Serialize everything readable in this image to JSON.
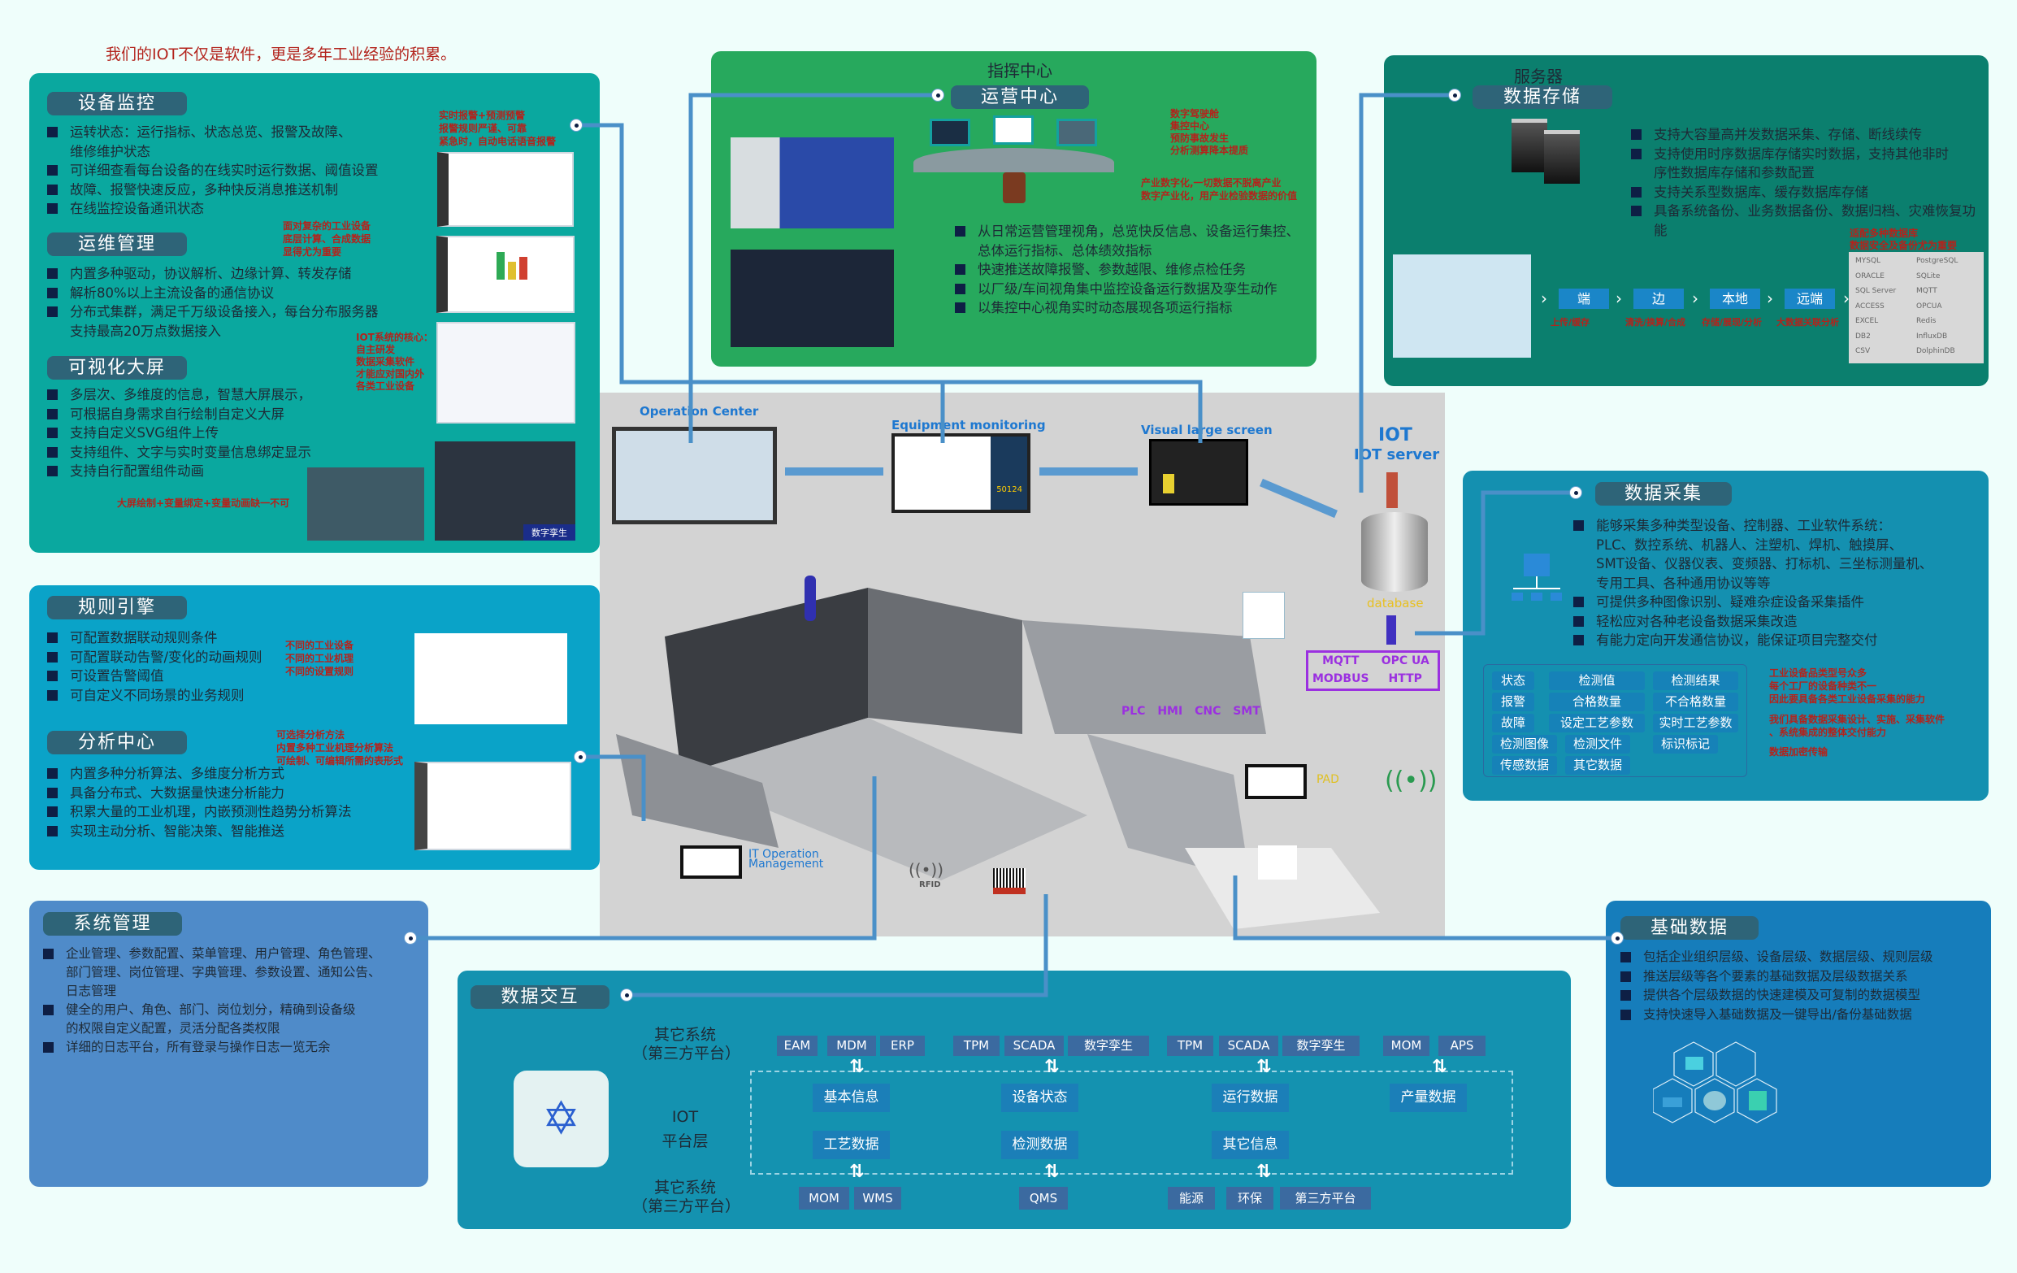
{
  "header": {
    "slogan": "我们的IOT不仅是软件，更是多年工业经验的积累。"
  },
  "monitoring": {
    "sections": [
      {
        "title": "设备监控",
        "bullets": [
          "运转状态：运行指标、状态总览、报警及故障、\n维修维护状态",
          "可详细查看每台设备的在线实时运行数据、阈值设置",
          "故障、报警快速反应，多种快反消息推送机制",
          "在线监控设备通讯状态"
        ]
      },
      {
        "title": "运维管理",
        "bullets": [
          "内置多种驱动，协议解析、边缘计算、转发存储",
          "解析80%以上主流设备的通信协议",
          "分布式集群，满足千万级设备接入，每台分布服务器\n支持最高20万点数据接入"
        ]
      },
      {
        "title": "可视化大屏",
        "bullets": [
          "多层次、多维度的信息，智慧大屏展示，",
          "可根据自身需求自行绘制自定义大屏",
          "支持自定义SVG组件上传",
          "支持组件、文字与实时变量信息绑定显示",
          "支持自行配置组件动画"
        ]
      }
    ],
    "notes": [
      "实时报警+预测预警\n报警规则严谨、可靠\n紧急时，自动电话语音报警",
      "面对复杂的工业设备\n底层计算、合成数据\n显得尤为重要",
      "IOT系统的核心：\n自主研发\n数据采集软件\n才能应对国内外\n各类工业设备",
      "大屏绘制+变量绑定+变量动画缺一不可"
    ],
    "twin_badge": "数字孪生"
  },
  "command": {
    "label": "指挥中心",
    "title": "运营中心",
    "notes": [
      "数字驾驶舱\n集控中心\n预防事故发生\n分析测算降本提质",
      "产业数字化,一切数据不脱离产业\n数字产业化，用产业检验数据的价值"
    ],
    "bullets": [
      "从日常运营管理视角，总览快反信息、设备运行集控、\n总体运行指标、总体绩效指标",
      "快速推送故障报警、参数越限、维修点检任务",
      "以厂级/车间视角集中监控设备运行数据及孪生动作",
      "以集控中心视角实时动态展现各项运行指标"
    ]
  },
  "server": {
    "label": "服务器",
    "title": "数据存储",
    "bullets": [
      "支持大容量高并发数据采集、存储、断线续传",
      "支持使用时序数据库存储实时数据，支持其他非时\n序性数据库存储和参数配置",
      "支持关系型数据库、缓存数据库存储",
      "具备系统备份、业务数据备份、数据归档、灾难恢复功能"
    ],
    "db_note": "适配多种数据库\n数据安全及备份尤为重要",
    "pipeline": [
      {
        "label": "端",
        "desc": "上传/缓存"
      },
      {
        "label": "边",
        "desc": "清洗/换算/合成"
      },
      {
        "label": "本地",
        "desc": "存储/展现/分析"
      },
      {
        "label": "远端",
        "desc": "大数据关联分析"
      }
    ],
    "databases": [
      "MYSQL",
      "PostgreSQL",
      "ORACLE",
      "SQLite",
      "SQL Server",
      "MQTT",
      "ACCESS",
      "OPCUA",
      "EXCEL",
      "Redis",
      "DB2",
      "InfluxDB",
      "CSV",
      "DolphinDB"
    ]
  },
  "rules": {
    "sections": [
      {
        "title": "规则引擎",
        "bullets": [
          "可配置数据联动规则条件",
          "可配置联动告警/变化的动画规则",
          "可设置告警阈值",
          "可自定义不同场景的业务规则"
        ]
      },
      {
        "title": "分析中心",
        "bullets": [
          "内置多种分析算法、多维度分析方式",
          "具备分布式、大数据量快速分析能力",
          "积累大量的工业机理，内嵌预测性趋势分析算法",
          "实现主动分析、智能决策、智能推送"
        ]
      }
    ],
    "notes": [
      "不同的工业设备\n不同的工业机理\n不同的设置规则",
      "可选择分析方法\n内置多种工业机理分析算法\n可绘制、可编辑所需的表形式"
    ]
  },
  "collect": {
    "title": "数据采集",
    "bullets": [
      "能够采集多种类型设备、控制器、工业软件系统：\nPLC、数控系统、机器人、注塑机、焊机、触摸屏、\nSMT设备、仪器仪表、变频器、打标机、三坐标测量机、\n专用工具、各种通用协议等等",
      "可提供多种图像识别、疑难杂症设备采集插件",
      "轻松应对各种老设备数据采集改造",
      "有能力定向开发通信协议，能保证项目完整交付"
    ],
    "tags": [
      "状态",
      "检测值",
      "检测结果",
      "报警",
      "合格数量",
      "不合格数量",
      "故障",
      "设定工艺参数",
      "实时工艺参数",
      "检测图像",
      "检测文件",
      "标识标记",
      "传感数据",
      "其它数据"
    ],
    "notes": [
      "工业设备品类型号众多\n每个工厂的设备种类不一\n因此要具备各类工业设备采集的能力",
      "我们具备数据采集设计、实施、采集软件\n、系统集成的整体交付能力",
      "数据加密传输"
    ]
  },
  "system": {
    "title": "系统管理",
    "bullets": [
      "企业管理、参数配置、菜单管理、用户管理、角色管理、\n部门管理、岗位管理、字典管理、参数设置、通知公告、\n日志管理",
      "健全的用户、角色、部门、岗位划分，精确到设备级\n的权限自定义配置，灵活分配各类权限",
      "详细的日志平台，所有登录与操作日志一览无余"
    ]
  },
  "exchange": {
    "title": "数据交互",
    "top_label": "其它系统\n（第三方平台）",
    "iot_label": "IOT\n平台层",
    "bottom_label": "其它系统\n（第三方平台）",
    "top_chips": [
      "EAM",
      "MDM",
      "ERP",
      "TPM",
      "SCADA",
      "数字孪生",
      "TPM",
      "SCADA",
      "数字孪生",
      "MOM",
      "APS"
    ],
    "core": [
      "基本信息",
      "设备状态",
      "运行数据",
      "产量数据",
      "工艺数据",
      "检测数据",
      "其它信息"
    ],
    "bottom_chips": [
      "MOM",
      "WMS",
      "QMS",
      "能源",
      "环保",
      "第三方平台"
    ]
  },
  "base": {
    "title": "基础数据",
    "bullets": [
      "包括企业组织层级、设备层级、数据层级、规则层级",
      "推送层级等各个要素的基础数据及层级数据关系",
      "提供各个层级数据的快速建模及可复制的数据模型",
      "支持快速导入基础数据及一键导出/备份基础数据"
    ]
  },
  "scene": {
    "operation_center": "Operation Center",
    "equipment_monitoring": "Equipment monitoring",
    "visual_large_screen": "Visual large screen",
    "iot": "IOT",
    "iot_server": "IOT server",
    "database": "database",
    "protocols": [
      "MQTT",
      "OPC UA",
      "MODBUS",
      "HTTP"
    ],
    "field": [
      "PLC",
      "HMI",
      "CNC",
      "SMT"
    ],
    "it_ops": "IT Operation\nManagement",
    "pad": "PAD",
    "rfid": "RFID",
    "counter": "50124"
  },
  "colors": {
    "monitor_panel": "#0aa89f",
    "command_panel": "#27a95d",
    "server_panel": "#0b7f6e",
    "rules_panel": "#0aa3c8",
    "collect_panel": "#1490b0",
    "system_panel": "#4f8bc9",
    "exchange_panel": "#1492b0",
    "base_panel": "#167dbb",
    "pill": "#2e6478",
    "note_red": "#b3231c",
    "connector": "#4a90c8"
  }
}
